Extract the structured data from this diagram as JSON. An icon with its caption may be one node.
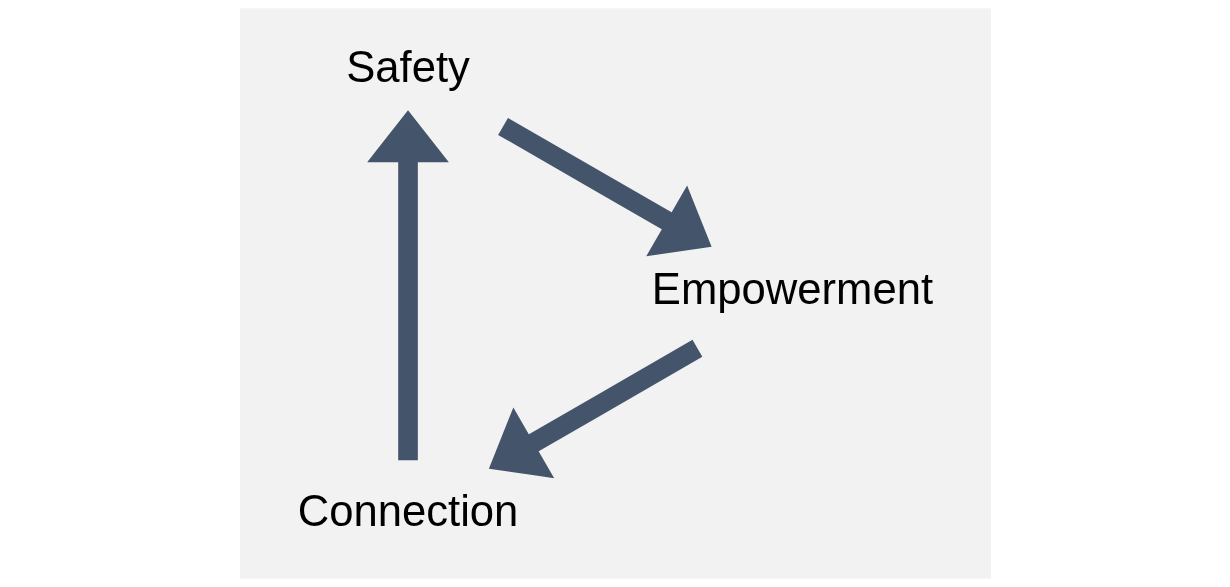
{
  "diagram": {
    "nodes": [
      {
        "text": [
          "Connection"
        ]
      },
      {
        "text": [
          "Safety"
        ]
      },
      {
        "text": [
          "Empowerment"
        ]
      }
    ],
    "edges": [
      {
        "from": 0,
        "to": 1,
        "arrow": "to"
      },
      {
        "from": 1,
        "to": 2,
        "arrow": "to"
      },
      {
        "from": 2,
        "to": 0,
        "arrow": "to"
      }
    ]
  }
}
